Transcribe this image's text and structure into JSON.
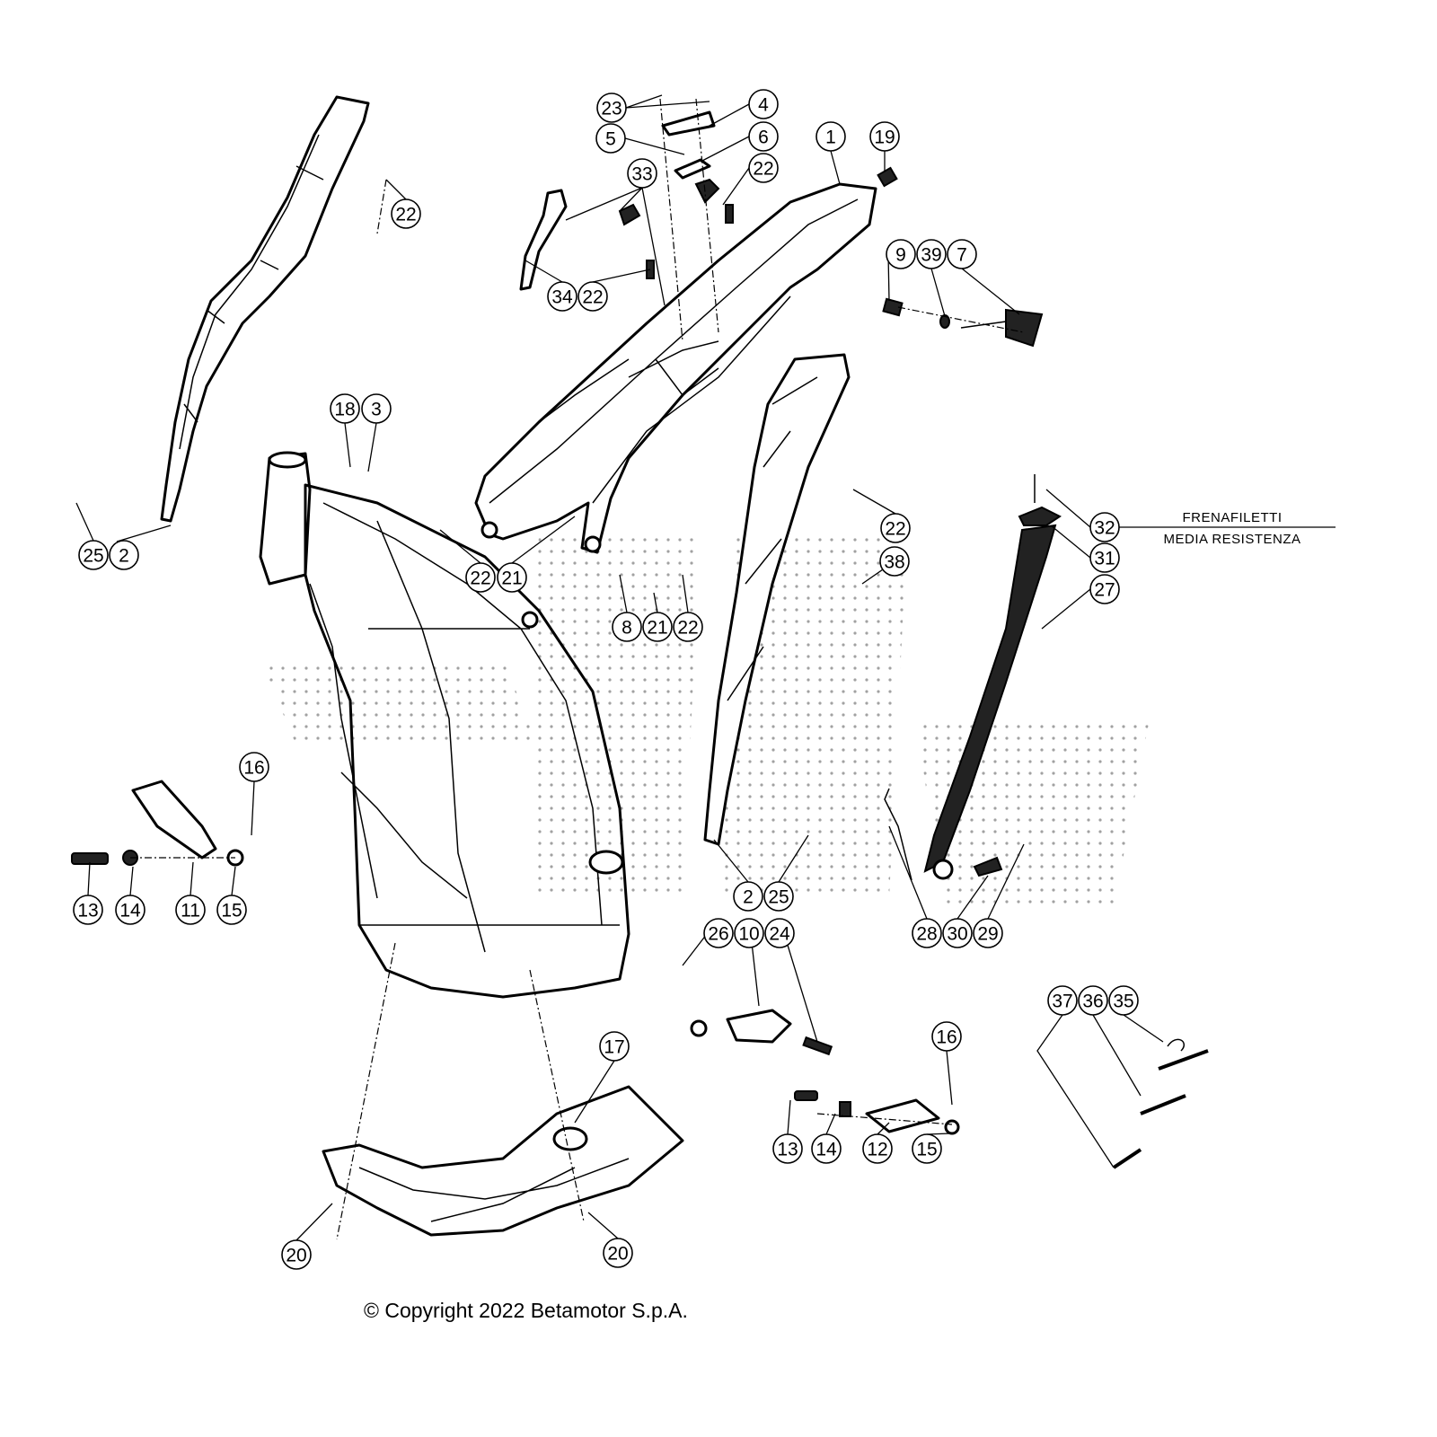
{
  "diagram": {
    "callouts": [
      "23",
      "4",
      "5",
      "6",
      "1",
      "19",
      "22",
      "33",
      "22",
      "9",
      "39",
      "7",
      "34",
      "22",
      "18",
      "3",
      "32",
      "31",
      "27",
      "22",
      "38",
      "25",
      "2",
      "22",
      "21",
      "8",
      "21",
      "22",
      "16",
      "13",
      "14",
      "11",
      "15",
      "2",
      "25",
      "28",
      "30",
      "29",
      "26",
      "10",
      "24",
      "37",
      "36",
      "35",
      "17",
      "16",
      "13",
      "14",
      "12",
      "15",
      "20",
      "20"
    ],
    "note": {
      "line1": "FRENAFILETTI",
      "line2": "MEDIA RESISTENZA"
    },
    "copyright": "© Copyright 2022 Betamotor S.p.A."
  },
  "colors": {
    "ink": "#000000",
    "background": "#ffffff",
    "watermark": "#9a9a9a"
  }
}
